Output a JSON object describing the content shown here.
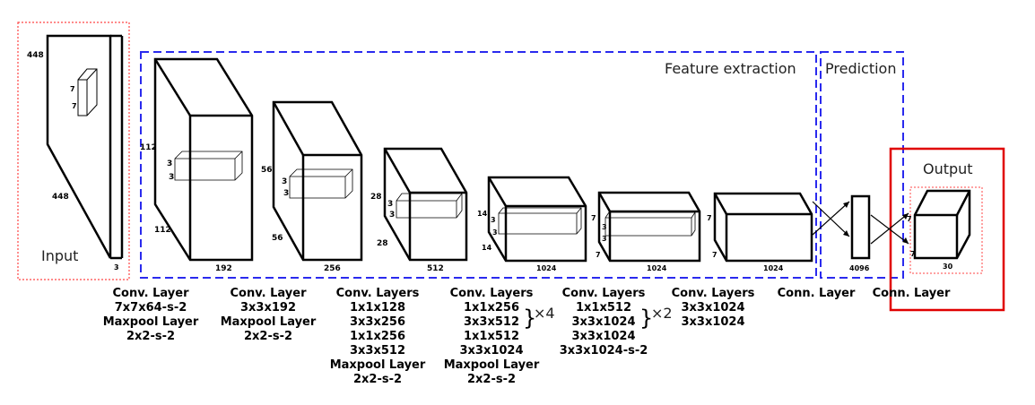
{
  "regions": {
    "input": "Input",
    "feature": "Feature extraction",
    "prediction": "Prediction",
    "output": "Output"
  },
  "colors": {
    "blue_dash": "#2a2aee",
    "red_dot": "#ff4444",
    "red_box": "#e00000"
  },
  "input_block": {
    "height": "448",
    "width": "448",
    "depth": "3",
    "kernel_a": "7",
    "kernel_b": "7"
  },
  "blocks": [
    {
      "size_top": "112",
      "size_side": "112",
      "depth": "192",
      "kernel_a": "3",
      "kernel_b": "3"
    },
    {
      "size_top": "56",
      "size_side": "56",
      "depth": "256",
      "kernel_a": "3",
      "kernel_b": "3"
    },
    {
      "size_top": "28",
      "size_side": "28",
      "depth": "512",
      "kernel_a": "3",
      "kernel_b": "3"
    },
    {
      "size_top": "14",
      "size_side": "14",
      "depth": "1024",
      "kernel_a": "3",
      "kernel_b": "3"
    },
    {
      "size_top": "7",
      "size_side": "7",
      "depth": "1024",
      "kernel_a": "3",
      "kernel_b": "3"
    },
    {
      "size_top": "7",
      "size_side": "7",
      "depth": "1024"
    }
  ],
  "fc": {
    "units": "4096"
  },
  "output_block": {
    "a": "7",
    "b": "7",
    "depth": "30"
  },
  "captions": [
    [
      "Conv. Layer",
      "7x7x64-s-2",
      "Maxpool Layer",
      "2x2-s-2"
    ],
    [
      "Conv. Layer",
      "3x3x192",
      "Maxpool Layer",
      "2x2-s-2"
    ],
    [
      "Conv. Layers",
      "1x1x128",
      "3x3x256",
      "1x1x256",
      "3x3x512",
      "Maxpool Layer",
      "2x2-s-2"
    ],
    [
      "Conv. Layers",
      "1x1x256",
      "3x3x512",
      "1x1x512",
      "3x3x1024",
      "Maxpool Layer",
      "2x2-s-2"
    ],
    [
      "Conv. Layers",
      "1x1x512",
      "3x3x1024",
      "3x3x1024",
      "3x3x1024-s-2"
    ],
    [
      "Conv. Layers",
      "3x3x1024",
      "3x3x1024"
    ],
    [
      "Conn. Layer"
    ],
    [
      "Conn. Layer"
    ]
  ],
  "repeats": {
    "block4": "×4",
    "block5": "×2"
  }
}
